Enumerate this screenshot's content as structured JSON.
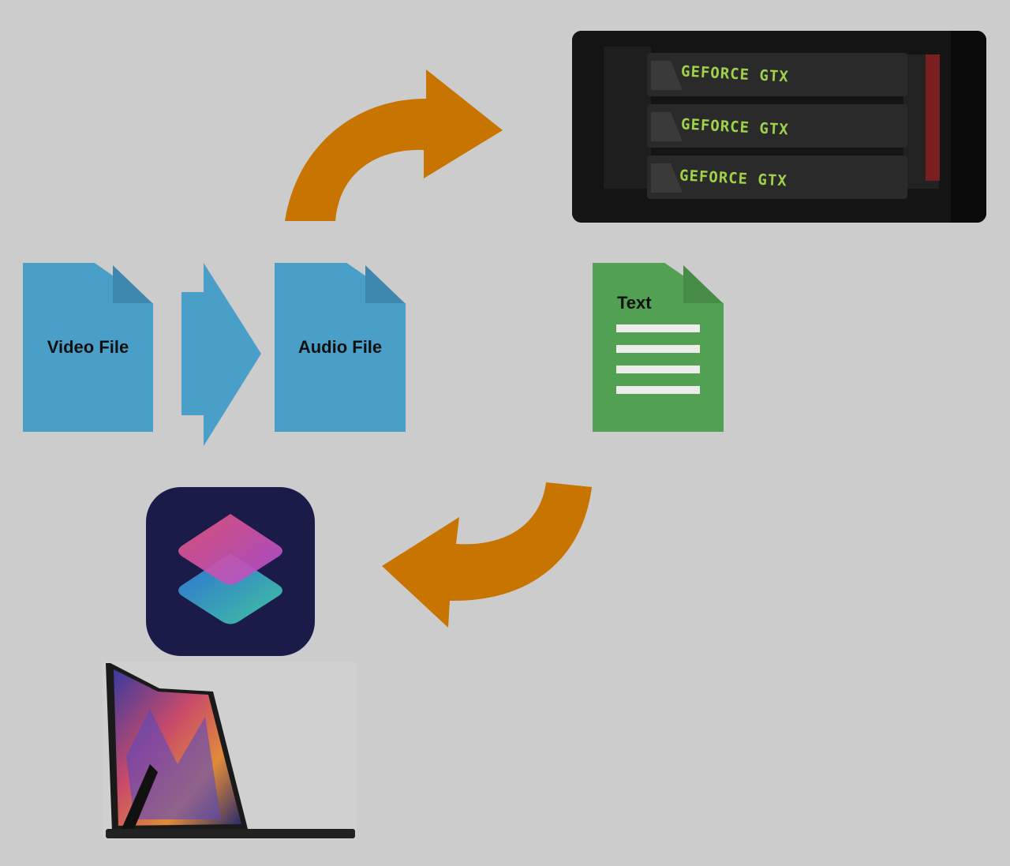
{
  "nodes": {
    "video_file": {
      "label": "Video File",
      "color": "#4a9fc8"
    },
    "audio_file": {
      "label": "Audio File",
      "color": "#4a9fc8"
    },
    "text_file": {
      "label": "Text",
      "color": "#52a052"
    },
    "gpu_rig": {
      "card_labels": [
        "GEFORCE GTX",
        "GEFORCE GTX",
        "GEFORCE GTX"
      ]
    },
    "shortcuts_app": {
      "icon": "shortcuts-app-icon"
    },
    "ipad": {
      "icon": "ipad-pro-device"
    }
  },
  "arrows": {
    "convert_arrow": {
      "color": "#4a9fc8"
    },
    "upload_arrow": {
      "color": "#c77400"
    },
    "return_arrow": {
      "color": "#c77400"
    }
  }
}
